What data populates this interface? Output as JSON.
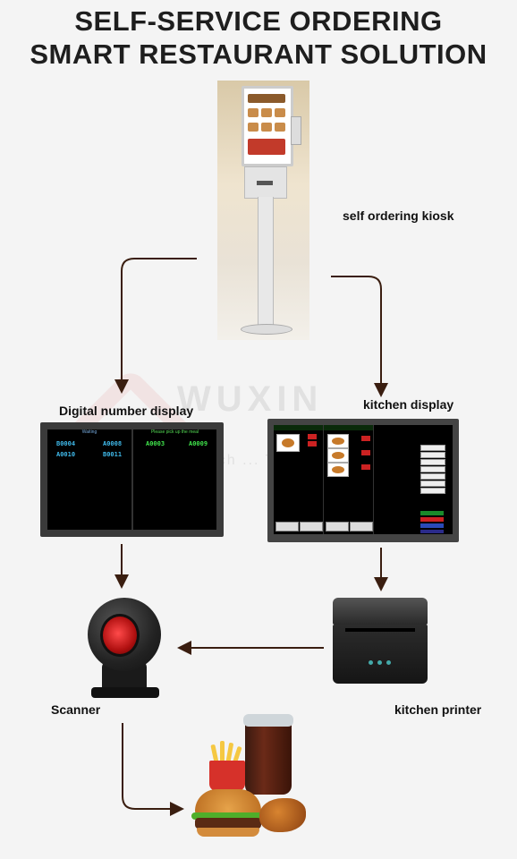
{
  "header": {
    "title_line1": "SELF-SERVICE ORDERING",
    "title_line2": "SMART RESTAURANT SOLUTION"
  },
  "labels": {
    "kiosk": "self ordering kiosk",
    "number_display": "Digital number display",
    "kitchen_display": "kitchen display",
    "scanner": "Scanner",
    "kitchen_printer": "kitchen printer"
  },
  "watermark": {
    "brand": "WUXIN",
    "tagline": "Touch ... Terminal"
  },
  "number_display": {
    "left_header": "Waiting",
    "right_header": "Please pick up the meal",
    "waiting": [
      "B0004",
      "A0008",
      "A0010",
      "B0011"
    ],
    "ready": [
      "A0003",
      "A0009"
    ]
  },
  "colors": {
    "arrow": "#3a1e10",
    "waiting_number": "#3fb8e8",
    "ready_number": "#3fe04a",
    "title": "#1e1e1e"
  }
}
